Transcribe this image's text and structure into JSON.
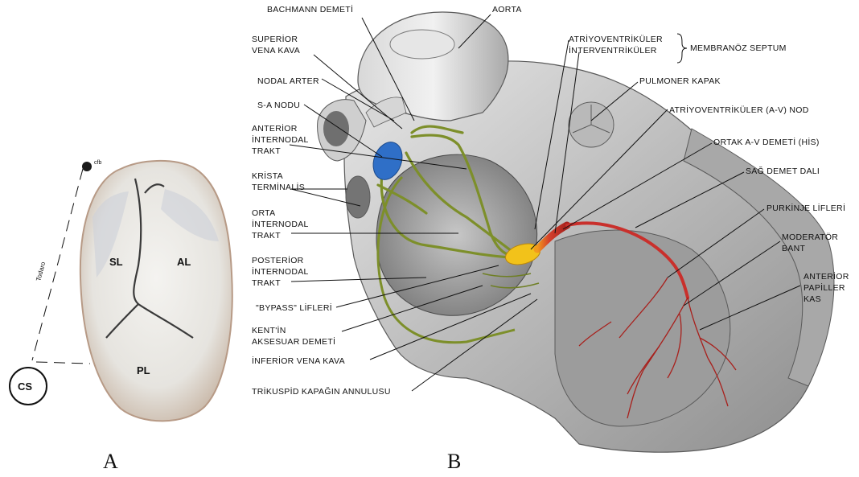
{
  "panel_a": {
    "letter": "A",
    "labels": {
      "sl": "SL",
      "al": "AL",
      "pl": "PL",
      "cs": "CS",
      "todaro": "Todaro",
      "cfb": "cfb"
    }
  },
  "panel_b": {
    "letter": "B",
    "labels": {
      "bachmann": "BACHMANN DEMETİ",
      "aorta": "AORTA",
      "svc_1": "SUPERİOR",
      "svc_2": "VENA KAVA",
      "nodal_arter": "NODAL ARTER",
      "sa_nodu": "S-A NODU",
      "ant_int_1": "ANTERİOR",
      "ant_int_2": "İNTERNODAL",
      "ant_int_3": "TRAKT",
      "krista_1": "KRİSTA",
      "krista_2": "TERMİNALİS",
      "orta_1": "ORTA",
      "orta_2": "İNTERNODAL",
      "orta_3": "TRAKT",
      "post_1": "POSTERİOR",
      "post_2": "İNTERNODAL",
      "post_3": "TRAKT",
      "bypass": "\"BYPASS\" LİFLERİ",
      "kent_1": "KENT'İN",
      "kent_2": "AKSESUAR DEMETİ",
      "ivc": "İNFERİOR VENA KAVA",
      "trikuspid": "TRİKUSPİD KAPAĞIN ANNULUSU",
      "av_1": "ATRİYOVENTRİKÜLER",
      "av_2": "İNTERVENTRİKÜLER",
      "membranoz": "MEMBRANÖZ SEPTUM",
      "pulmoner": "PULMONER KAPAK",
      "av_nod": "ATRİYOVENTRİKÜLER (A-V) NOD",
      "his": "ORTAK A-V DEMETİ (HİS)",
      "sag_demet": "SAĞ DEMET DALI",
      "purkinje": "PURKİNJE LİFLERİ",
      "moderator_1": "MODERATÖR",
      "moderator_2": "BANT",
      "papiller_1": "ANTERİOR",
      "papiller_2": "PAPİLLER",
      "papiller_3": "KAS"
    }
  },
  "colors": {
    "sa_node": "#2f6fc7",
    "av_node": "#f2c21a",
    "bundle_red": "#c9302c",
    "internodal_green": "#7d8f2a",
    "tissue_grey": "#9a9a9a"
  }
}
